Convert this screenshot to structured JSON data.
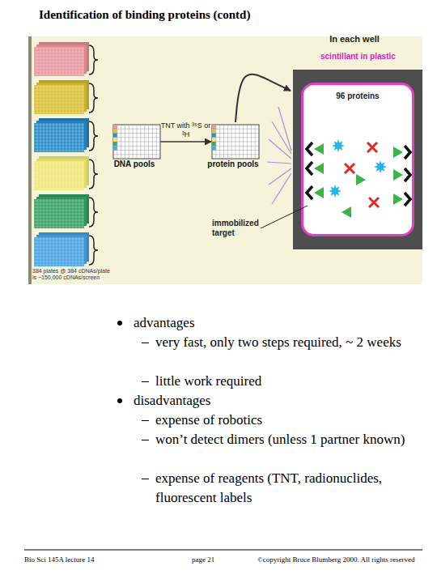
{
  "diagram": {
    "title": "Identification of binding proteins (contd)",
    "nodes": [
      {
        "text": [
          "DNA pools"
        ]
      },
      {
        "text": [
          "protein pools"
        ]
      },
      {
        "text": [
          "In each well"
        ]
      },
      {
        "text": [
          "96 proteins"
        ],
        "in": 2
      }
    ],
    "edges": [
      {
        "from": 0,
        "to": 1,
        "arrow": "to",
        "label": "TNT with ³⁵S or ³H"
      },
      {
        "from": 1,
        "to": 2,
        "arrow": "to"
      }
    ],
    "labels": [
      "scintillant in plastic",
      "immobilized target",
      "384 plates @ 384 cDNAs/plate is ~150,000 cDNAs/screen",
      "advantages",
      "very fast, only two steps required, ~ 2 weeks",
      "little work required",
      "disadvantages",
      "expense of robotics",
      "won’t detect dimers (unless 1 partner known)",
      "expense of reagents (TNT, radionuclides, fluorescent labels",
      "Bio Sci 145A lecture 14",
      "page 21",
      "©copyright Bruce Blumberg 2000. All rights reserved"
    ]
  }
}
